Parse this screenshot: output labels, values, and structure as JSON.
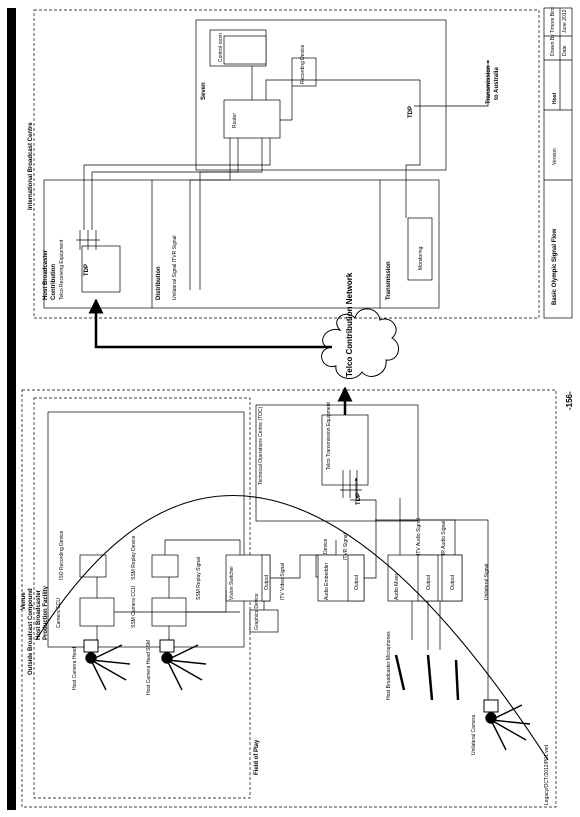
{
  "page": {
    "number": "-156-"
  },
  "title_block": {
    "title": "Basic Olympic Signal Flow",
    "version": "Version",
    "cells": [
      "Host",
      "Drawn By",
      "Date",
      "Timore Bird",
      "June 2012"
    ]
  },
  "venue": {
    "label": "Venue",
    "compound": "Outside Broadcast Compound",
    "host_broadcaster": "Host Broadcaster",
    "production_facility": "Production Facility",
    "camera_ccu": "Camera CCU",
    "iso_recording": "ISO Recording Device",
    "ssm_ccu": "SSM Camera CCU",
    "ssm_replay": "SSM Replay Device",
    "ssm_replay_signal": "SSM Replay Signal",
    "vision_switcher": "Vision Switcher",
    "output": "Output",
    "graphics": "Graphics Device",
    "itv_video_signal": "ITV Video Signal",
    "recording_device": "Recording Device",
    "audio_embedder": "Audio Embedder",
    "itvr_signal": "ITVR Signal",
    "audio_mixer": "Audio Mixer",
    "itv_audio_signal": "ITV Audio Signal",
    "ir_audio_signal": "IR Audio Signal",
    "unilateral_signal": "Unilateral Signal",
    "toc": "Technical Operations Centre (TOC)",
    "telco_tx": "Telco Transmission Equipment",
    "tdp": "TDP"
  },
  "field": {
    "host_camera": "Host Camera Head",
    "host_camera_ssm": "Host Camera Head SSM",
    "microphones": "Host Broadcaster Microphones",
    "unilateral_camera": "Unilateral Camera",
    "field_of_play": "Field of Play",
    "footer_ref": "Legacy/OCT/2012/P01.vsd"
  },
  "network": {
    "label": "Telco Contribution Network"
  },
  "ibc": {
    "label": "International Broadcast Centre",
    "host_broadcaster": "Host Broadcaster",
    "contribution": "Contribution",
    "telco_receiving": "Telco Receiving Equipment",
    "tdp": "TDP",
    "distribution": "Distribution",
    "unilateral_itvr": "Unilateral Signal ITVR Signal",
    "transmission": "Transmission",
    "monitoring": "Monitoring",
    "seven": "Seven",
    "router": "Router",
    "control_room": "Control room",
    "recording_device": "Recording Device",
    "tdp2": "TDP",
    "to_australia": "Transmission to Australia"
  }
}
